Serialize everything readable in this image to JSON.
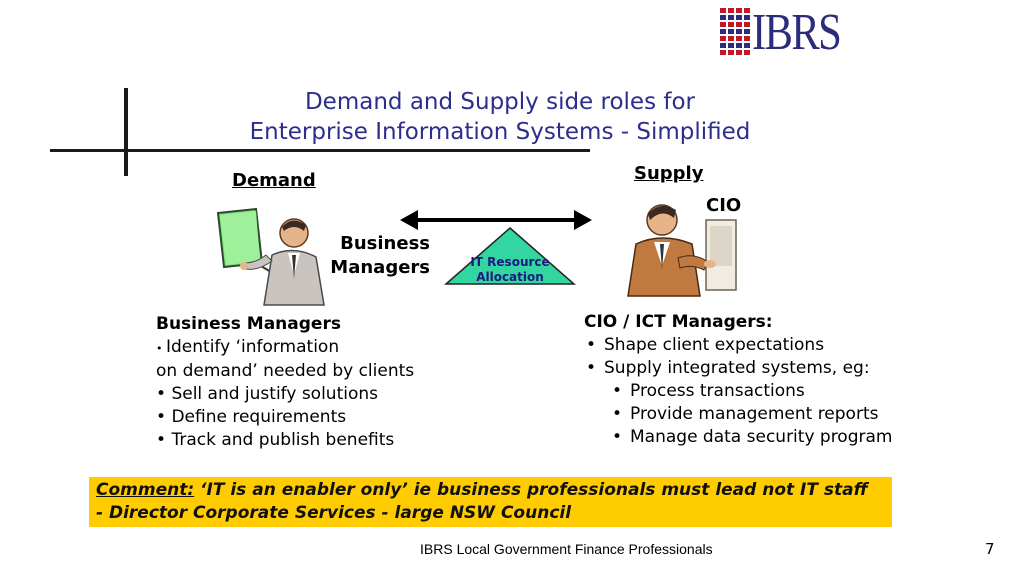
{
  "slide": {
    "title_line1": "Demand and Supply side roles for",
    "title_line2": "Enterprise Information Systems - Simplified",
    "logo_text": "IBRS",
    "demand_heading": "Demand",
    "supply_heading": "Supply",
    "cio_label": "CIO",
    "business_managers_label_line1": "Business",
    "business_managers_label_line2": "Managers",
    "triangle_label_line1": "IT Resource",
    "triangle_label_line2": "Allocation",
    "left_block": {
      "heading": "Business Managers",
      "items": [
        "Identify ‘information",
        "on demand’ needed by clients",
        "Sell and justify solutions",
        "Define requirements",
        "Track and publish benefits"
      ]
    },
    "right_block": {
      "heading": "CIO / ICT Managers:",
      "items": [
        "Shape client expectations",
        "Supply integrated systems, eg:"
      ],
      "sub_items": [
        "Process transactions",
        "Provide management reports",
        "Manage data security program"
      ]
    },
    "comment": {
      "label": "Comment:",
      "quote": " ‘IT is an enabler only’ ie business professionals must lead not IT staff",
      "attribution": "- Director Corporate Services  - large NSW Council"
    },
    "footer": "IBRS Local Government Finance Professionals",
    "page_number": "7"
  },
  "colors": {
    "title": "#2d2d8c",
    "logo_red": "#c0182a",
    "logo_blue": "#2c2c7c",
    "triangle": "#33d6a0",
    "comment_bg": "#ffcc00"
  },
  "icons": [
    "presenter-clipart-icon",
    "cio-computer-clipart-icon",
    "double-arrow-icon",
    "triangle-shape-icon",
    "ibrs-logo-grid-icon"
  ]
}
